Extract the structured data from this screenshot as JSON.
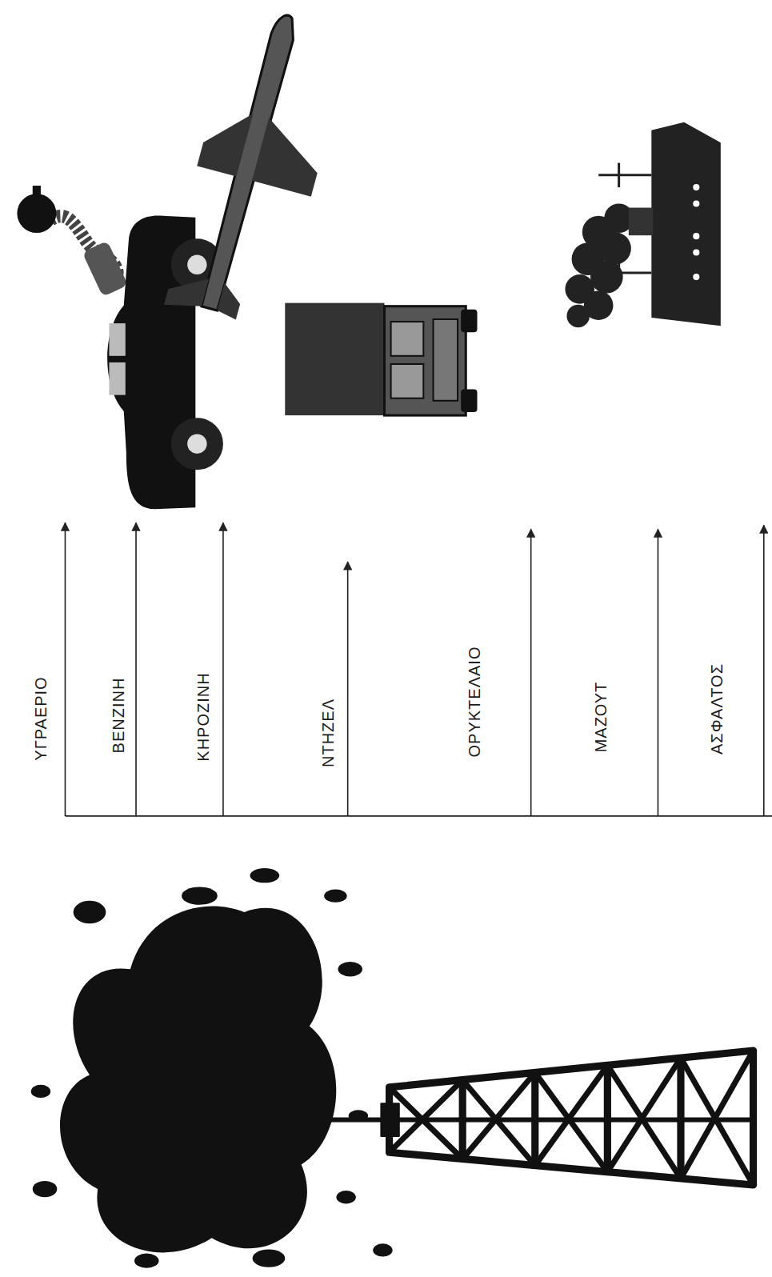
{
  "diagram": {
    "labels": [
      "ΥΓΡΑΕΡΙΟ",
      "ΒΕΝΖΙΝΗ",
      "ΚΗΡΟΖΙΝΗ",
      "ΝΤΗΖΕΛ",
      "ΟΡΥΚΤΕΛΑΙΟ",
      "ΜΑΖΟΥΤ",
      "ΑΣΦΑΛΤΟΣ"
    ]
  }
}
